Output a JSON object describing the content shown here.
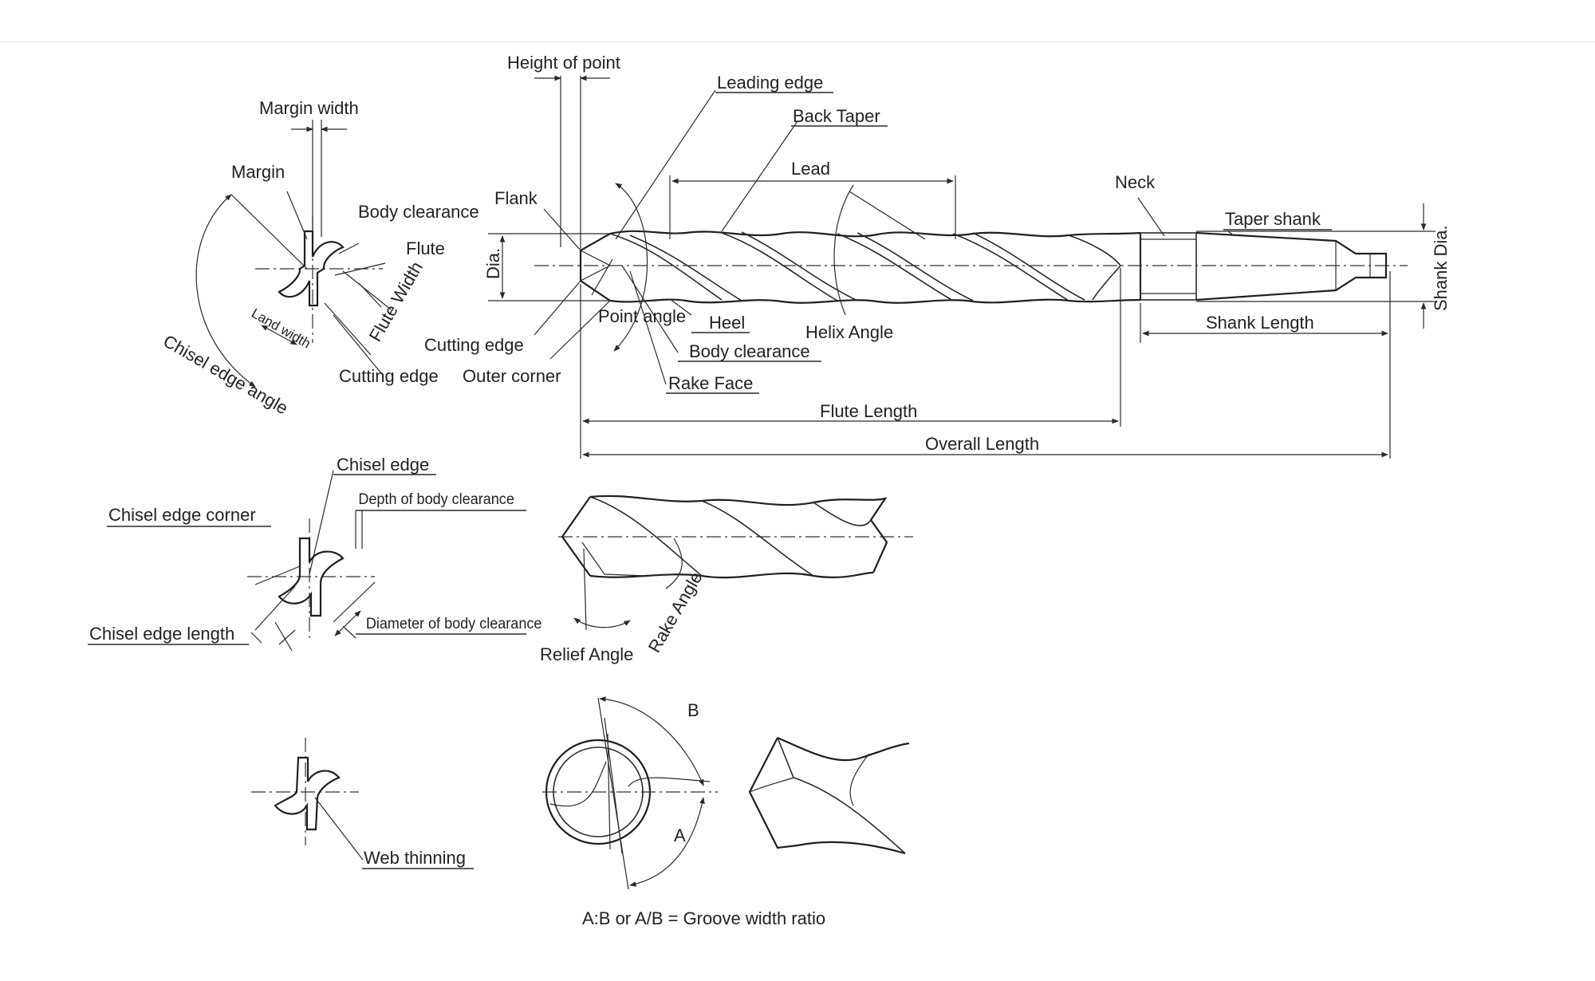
{
  "labels": {
    "margin_width": "Margin width",
    "margin": "Margin",
    "body_clearance": "Body clearance",
    "flute": "Flute",
    "land_width": "Land width",
    "flute_width": "Flute Width",
    "chisel_edge_angle": "Chisel edge angle",
    "cutting_edge": "Cutting edge",
    "height_of_point": "Height of point",
    "leading_edge": "Leading edge",
    "back_taper": "Back Taper",
    "lead": "Lead",
    "flank": "Flank",
    "dia": "Dia.",
    "neck": "Neck",
    "taper_shank": "Taper shank",
    "shank_dia": "Shank Dia.",
    "point_angle": "Point angle",
    "heel": "Heel",
    "helix_angle": "Helix Angle",
    "shank_length": "Shank Length",
    "outer_corner": "Outer corner",
    "rake_face": "Rake Face",
    "flute_length": "Flute Length",
    "overall_length": "Overall Length",
    "chisel_edge": "Chisel edge",
    "depth_of_body_clearance": "Depth of body clearance",
    "chisel_edge_corner": "Chisel edge corner",
    "diameter_of_body_clearance": "Diameter of body clearance",
    "chisel_edge_length": "Chisel edge length",
    "relief_angle": "Relief Angle",
    "rake_angle": "Rake Angle",
    "b": "B",
    "a": "A",
    "web_thinning": "Web thinning",
    "groove_ratio": "A:B or A/B = Groove width ratio"
  }
}
